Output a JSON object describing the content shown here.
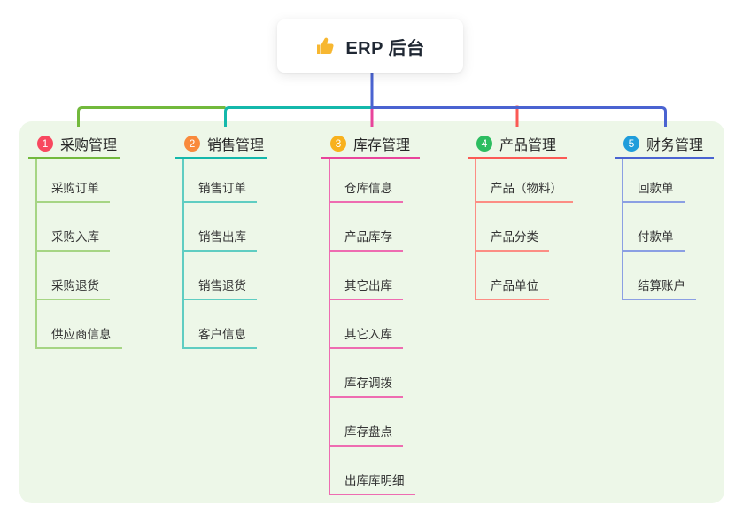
{
  "root": {
    "icon": "thumbs-up",
    "label": "ERP 后台"
  },
  "canvas": {
    "background": "#ffffff",
    "panel_background": "#edf7e8",
    "root_line_color": "#4a63d1",
    "thumb_color": "#f7b731"
  },
  "branches": [
    {
      "number": "1",
      "label": "采购管理",
      "badge_color": "#f8485f",
      "line_color": "#72b93c",
      "child_line_color": "#a6d584",
      "children": [
        "采购订单",
        "采购入库",
        "采购退货",
        "供应商信息"
      ]
    },
    {
      "number": "2",
      "label": "销售管理",
      "badge_color": "#f98a3c",
      "line_color": "#14b8ab",
      "child_line_color": "#5fcdc2",
      "children": [
        "销售订单",
        "销售出库",
        "销售退货",
        "客户信息"
      ]
    },
    {
      "number": "3",
      "label": "库存管理",
      "badge_color": "#f8b11d",
      "line_color": "#e8449b",
      "child_line_color": "#ee6cb1",
      "children": [
        "仓库信息",
        "产品库存",
        "其它出库",
        "其它入库",
        "库存调拨",
        "库存盘点",
        "出库库明细"
      ]
    },
    {
      "number": "4",
      "label": "产品管理",
      "badge_color": "#2cbd60",
      "line_color": "#fb5a55",
      "child_line_color": "#fc8d84",
      "children": [
        "产品（物料）",
        "产品分类",
        "产品单位"
      ]
    },
    {
      "number": "5",
      "label": "财务管理",
      "badge_color": "#1f9ddb",
      "line_color": "#4a63d1",
      "child_line_color": "#8b9fe3",
      "children": [
        "回款单",
        "付款单",
        "结算账户"
      ]
    }
  ]
}
